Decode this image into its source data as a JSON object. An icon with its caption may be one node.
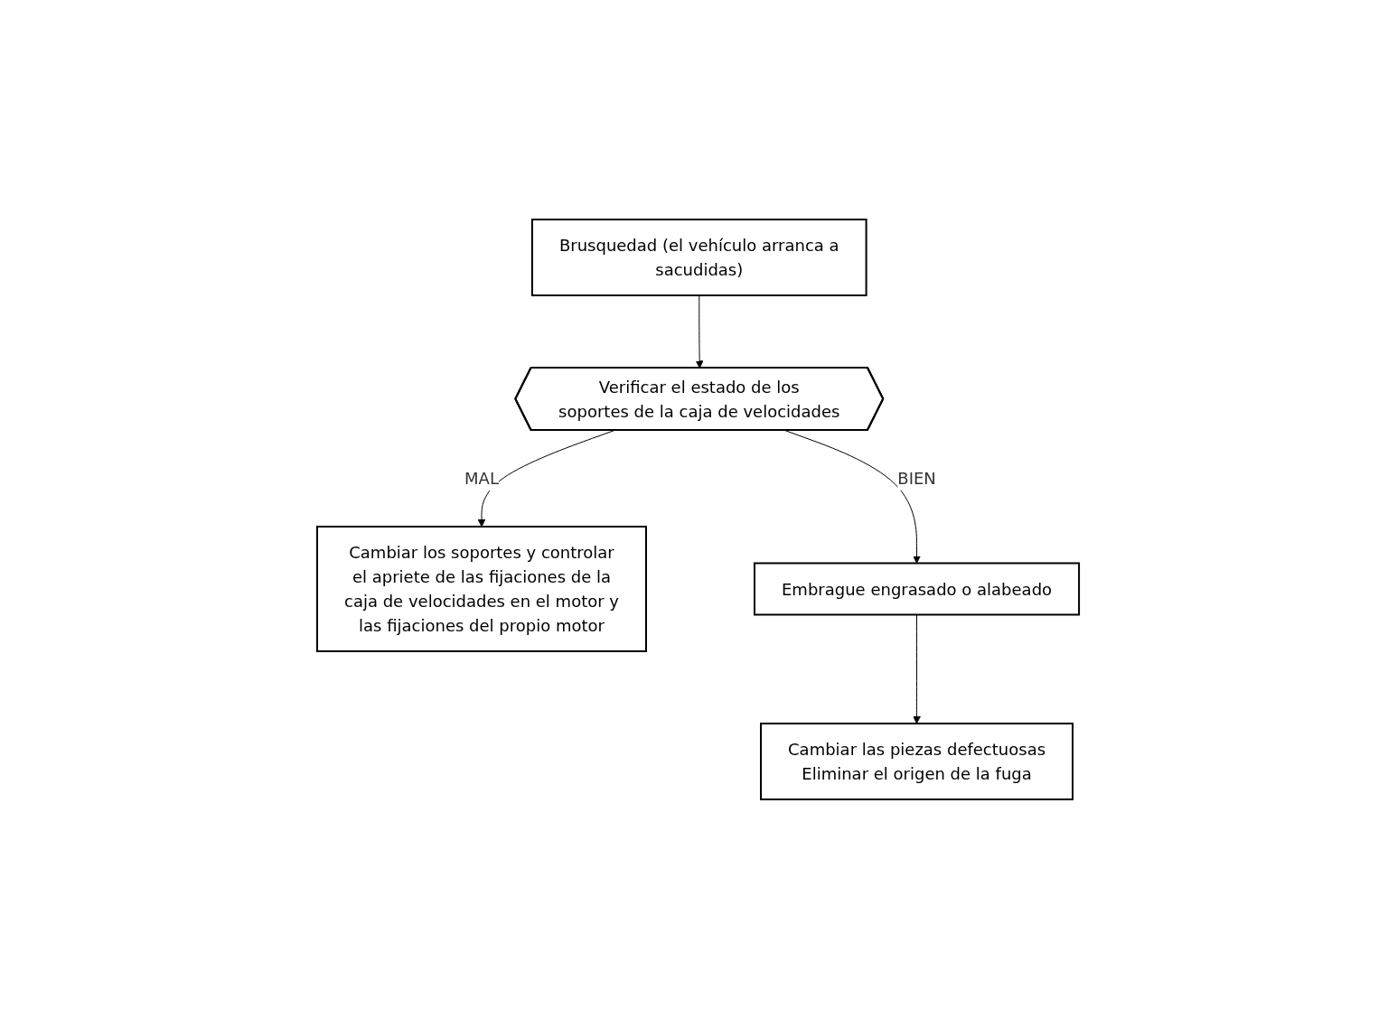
{
  "diagram": {
    "nodes": [
      {
        "text": [
          "Brusquedad (el vehículo arranca a sacudidas)"
        ]
      },
      {
        "text": [
          "Verificar el estado de los soportes de la caja de velocidades"
        ]
      },
      {
        "text": [
          "Cambiar los soportes y controlar el apriete de las fijaciones de la caja de velocidades en el motor y las fijaciones del propio motor"
        ]
      },
      {
        "text": [
          "Embrague engrasado o alabeado"
        ]
      },
      {
        "text": [
          "Cambiar las piezas defectuosas",
          "Eliminar el origen de la fuga"
        ]
      }
    ],
    "edges": [
      {
        "from": 0,
        "to": 1,
        "arrow": "to"
      },
      {
        "from": 1,
        "to": 2,
        "label": "MAL",
        "arrow": "to"
      },
      {
        "from": 1,
        "to": 3,
        "label": "BIEN",
        "arrow": "to"
      },
      {
        "from": 3,
        "to": 4,
        "arrow": "to"
      }
    ]
  }
}
